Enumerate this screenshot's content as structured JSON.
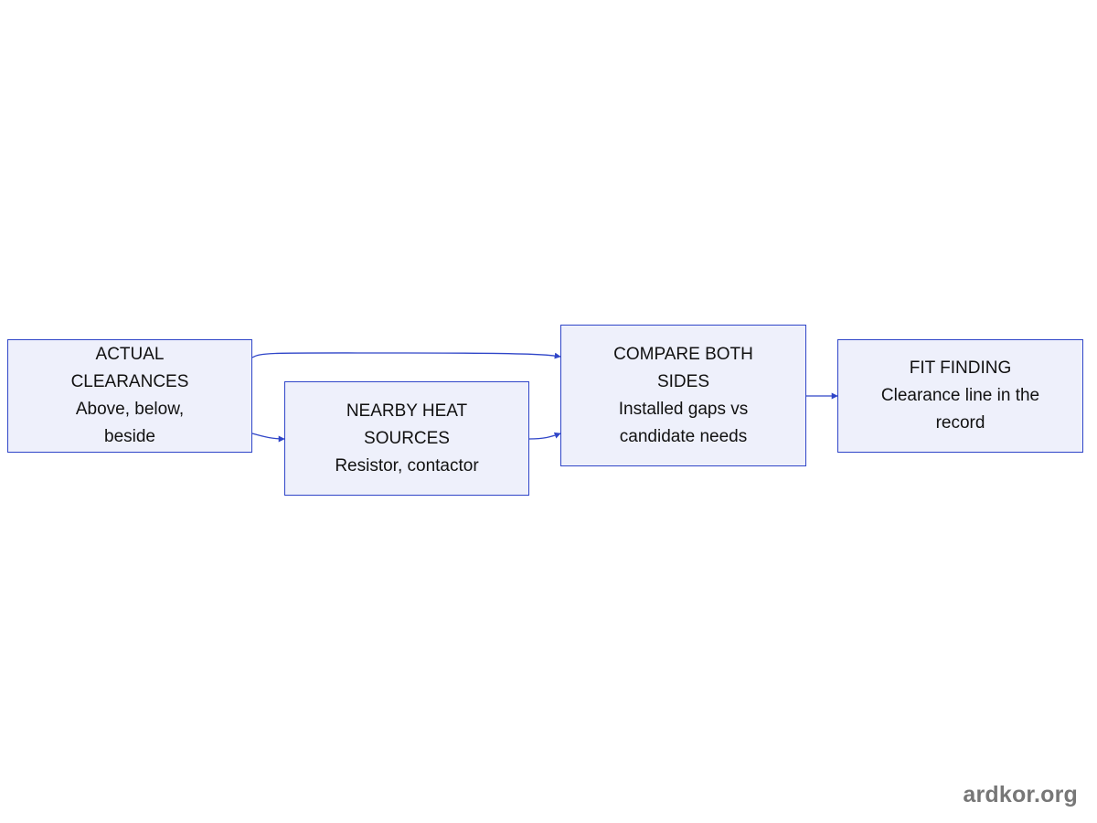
{
  "diagram": {
    "nodes": [
      {
        "id": "actual",
        "title": "ACTUAL CLEARANCES",
        "subtitle": "Above, below, beside"
      },
      {
        "id": "heat",
        "title": "NEARBY HEAT SOURCES",
        "subtitle": "Resistor, contactor"
      },
      {
        "id": "compare",
        "title": "COMPARE BOTH SIDES",
        "subtitle": "Installed gaps vs candidate needs"
      },
      {
        "id": "fit",
        "title": "FIT FINDING",
        "subtitle": "Clearance line in the record"
      }
    ],
    "edges": [
      {
        "from": "actual",
        "to": "compare"
      },
      {
        "from": "actual",
        "to": "heat"
      },
      {
        "from": "heat",
        "to": "compare"
      },
      {
        "from": "compare",
        "to": "fit"
      }
    ],
    "colors": {
      "node_fill": "#eef0fb",
      "node_border": "#2f45c8",
      "edge": "#2f45c8",
      "text": "#111111"
    }
  },
  "watermark": "ardkor.org"
}
